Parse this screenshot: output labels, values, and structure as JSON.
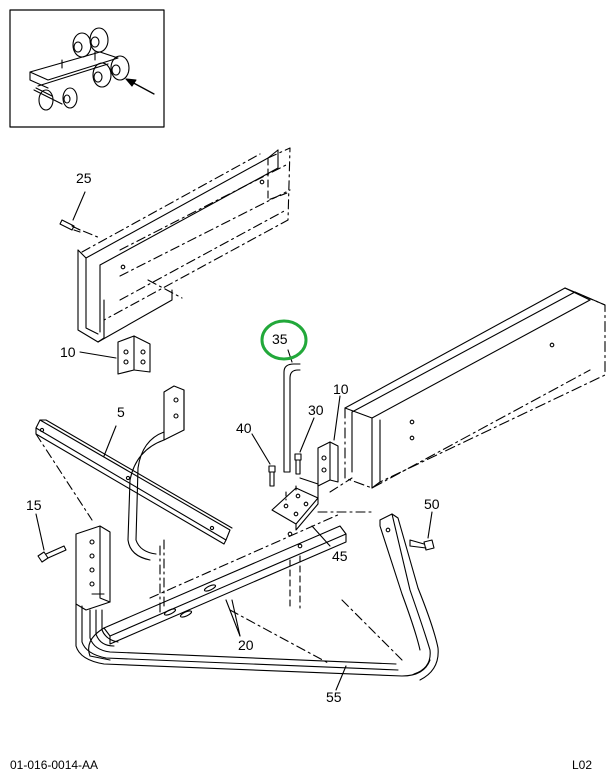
{
  "callouts": {
    "c25": "25",
    "c10_left": "10",
    "c35": "35",
    "c10_right": "10",
    "c5": "5",
    "c30": "30",
    "c40": "40",
    "c15": "15",
    "c50": "50",
    "c45": "45",
    "c20": "20",
    "c55": "55"
  },
  "footer": {
    "doc_id": "01-016-0014-AA",
    "sheet": "L02"
  },
  "colors": {
    "line": "#000000",
    "highlight": "#22a83a",
    "background": "#ffffff"
  }
}
